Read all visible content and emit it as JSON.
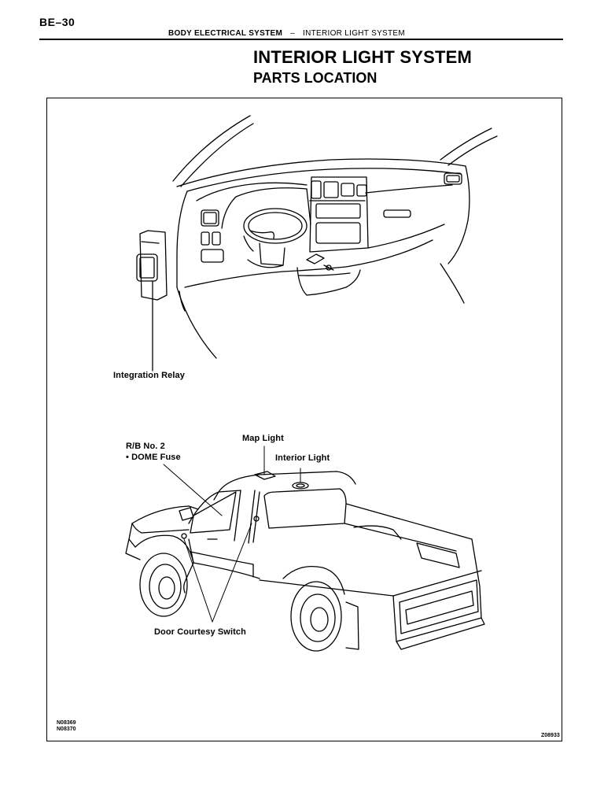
{
  "header": {
    "page_number": "BE–30",
    "section": "BODY ELECTRICAL SYSTEM",
    "separator": "–",
    "subsection": "INTERIOR LIGHT SYSTEM"
  },
  "title": "INTERIOR LIGHT SYSTEM",
  "subtitle": "PARTS LOCATION",
  "figure": {
    "labels": {
      "integration_relay": "Integration Relay",
      "rb_no2": "R/B No. 2",
      "dome_fuse": "• DOME Fuse",
      "map_light": "Map Light",
      "interior_light": "Interior Light",
      "door_courtesy_switch": "Door Courtesy Switch"
    },
    "codes": {
      "code_1": "N08369",
      "code_2": "N08370",
      "figure_code": "Z08933"
    }
  }
}
